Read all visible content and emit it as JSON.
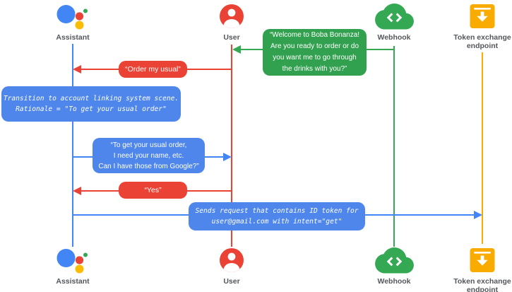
{
  "diagram": {
    "type": "sequence-diagram",
    "colors": {
      "assistant_blue": "#4285F4",
      "user_red": "#EA4335",
      "webhook_green": "#34A853",
      "token_yellow": "#F9AB00",
      "bubble_blue": "#4e86ec",
      "label_gray": "#54575b"
    },
    "actors": [
      {
        "id": "assistant",
        "label": "Assistant"
      },
      {
        "id": "user",
        "label": "User"
      },
      {
        "id": "webhook",
        "label": "Webhook"
      },
      {
        "id": "token_endpoint",
        "label": "Token exchange endpoint"
      }
    ],
    "messages": {
      "welcome": {
        "from": "Webhook",
        "to": "User",
        "text": "“Welcome to Boba Bonanza!\nAre you ready to order or do\nyou want me to go through\nthe drinks with you?”"
      },
      "order_usual": {
        "from": "User",
        "to": "Assistant",
        "text": "“Order my usual”"
      },
      "transition_note": {
        "on": "Assistant",
        "text": "Transition to account linking system scene.\nRationale = \"To get your usual order\""
      },
      "ask_google": {
        "from": "Assistant",
        "to": "User",
        "text": "“To get your usual order,\nI need your name, etc.\nCan I have those from Google?”"
      },
      "yes": {
        "from": "User",
        "to": "Assistant",
        "text": "“Yes”"
      },
      "send_request": {
        "from": "Assistant",
        "to": "Token exchange endpoint",
        "text": "Sends request that contains ID token for\nuser@gmail.com with intent=\"get\""
      }
    }
  }
}
